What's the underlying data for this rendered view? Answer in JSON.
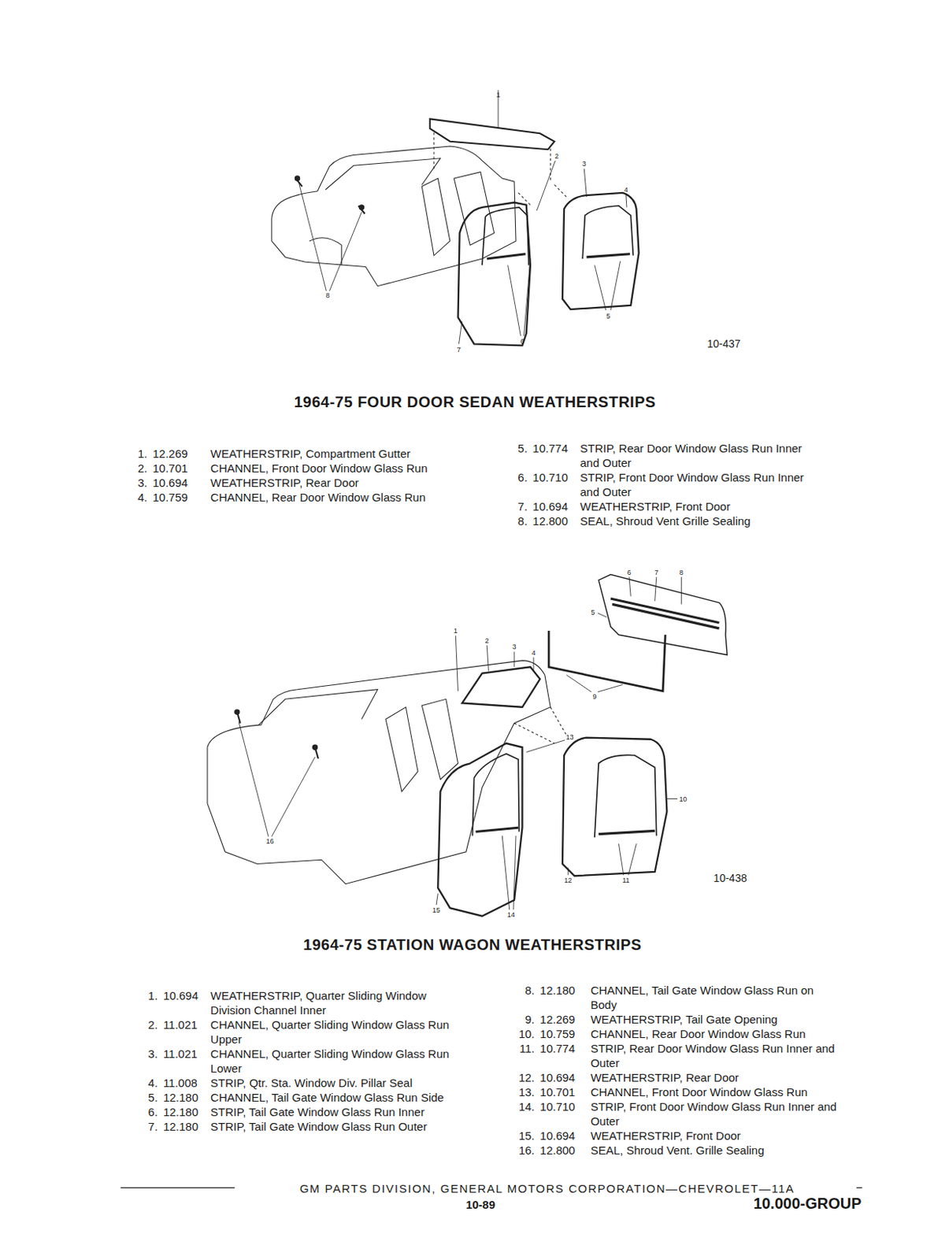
{
  "diagram": {
    "labels": [
      "1",
      "2",
      "3",
      "4",
      "5",
      "6",
      "7",
      "8",
      "10-437",
      "1964-75 FOUR DOOR SEDAN WEATHERSTRIPS",
      "1.",
      "12.269",
      "WEATHERSTRIP, Compartment Gutter",
      "2.",
      "10.701",
      "CHANNEL, Front Door Window Glass Run",
      "3.",
      "10.694",
      "WEATHERSTRIP, Rear Door",
      "4.",
      "10.759",
      "CHANNEL, Rear Door Window Glass Run",
      "5.",
      "10.774",
      "STRIP, Rear Door Window Glass Run Inner and Outer",
      "6.",
      "10.710",
      "STRIP, Front Door Window Glass Run Inner and Outer",
      "7.",
      "10.694",
      "WEATHERSTRIP, Front Door",
      "8.",
      "12.800",
      "SEAL, Shroud Vent Grille Sealing",
      "1",
      "2",
      "3",
      "4",
      "5",
      "6",
      "7",
      "8",
      "9",
      "10",
      "11",
      "12",
      "13",
      "14",
      "15",
      "16",
      "10-438",
      "1964-75 STATION WAGON WEATHERSTRIPS",
      "1.",
      "10.694",
      "WEATHERSTRIP, Quarter Sliding Window Division Channel Inner",
      "2.",
      "11.021",
      "CHANNEL, Quarter Sliding Window Glass Run Upper",
      "3.",
      "11.021",
      "CHANNEL, Quarter Sliding Window Glass Run Lower",
      "4.",
      "11.008",
      "STRIP, Qtr. Sta. Window Div. Pillar Seal",
      "5.",
      "12.180",
      "CHANNEL, Tail Gate Window Glass Run Side",
      "6.",
      "12.180",
      "STRIP, Tail Gate Window Glass Run Inner",
      "7.",
      "12.180",
      "STRIP, Tail Gate Window Glass Run Outer",
      "8.",
      "12.180",
      "CHANNEL, Tail Gate Window Glass Run on Body",
      "9.",
      "12.269",
      "WEATHERSTRIP, Tail Gate Opening",
      "10.",
      "10.759",
      "CHANNEL, Rear Door Window Glass Run",
      "11.",
      "10.774",
      "STRIP, Rear Door Window Glass Run Inner and Outer",
      "12.",
      "10.694",
      "WEATHERSTRIP, Rear Door",
      "13.",
      "10.701",
      "CHANNEL, Front Door Window Glass Run",
      "14.",
      "10.710",
      "STRIP, Front Door Window Glass Run Inner and Outer",
      "15.",
      "10.694",
      "WEATHERSTRIP, Front Door",
      "16.",
      "12.800",
      "SEAL, Shroud Vent. Grille Sealing",
      "GM PARTS DIVISION, GENERAL MOTORS CORPORATION—CHEVROLET—11A",
      "10-89",
      "10.000-GROUP"
    ]
  }
}
